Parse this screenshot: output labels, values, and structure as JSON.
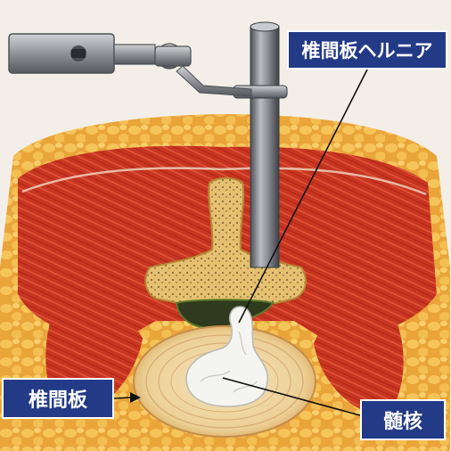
{
  "labels": {
    "herniation": "椎間板ヘルニア",
    "disc": "椎間板",
    "nucleus": "髄核"
  },
  "colors": {
    "callout_background": "#233a87",
    "callout_border": "#ffffff",
    "callout_text": "#ffffff",
    "muscle": "#c8331f",
    "fat": "#f0b850",
    "bone": "#e9c46a",
    "disc": "#f2d9a8",
    "nucleus": "#f4f4f2",
    "instrument_metal": "#8a8d92"
  },
  "icons": {
    "instrument": "endoscope-tube-icon",
    "arrow": "leader-arrow-icon"
  }
}
